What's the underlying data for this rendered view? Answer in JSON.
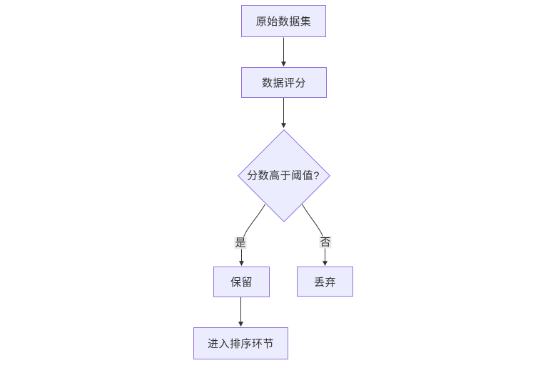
{
  "diagram": {
    "type": "flowchart",
    "direction": "top-down",
    "nodes": [
      {
        "id": "raw",
        "label": "原始数据集",
        "shape": "rect"
      },
      {
        "id": "score",
        "label": "数据评分",
        "shape": "rect"
      },
      {
        "id": "threshold",
        "label": "分数高于阈值?",
        "shape": "diamond"
      },
      {
        "id": "keep",
        "label": "保留",
        "shape": "rect"
      },
      {
        "id": "discard",
        "label": "丢弃",
        "shape": "rect"
      },
      {
        "id": "sort",
        "label": "进入排序环节",
        "shape": "rect"
      }
    ],
    "edges": [
      {
        "from": "raw",
        "to": "score",
        "label": ""
      },
      {
        "from": "score",
        "to": "threshold",
        "label": ""
      },
      {
        "from": "threshold",
        "to": "keep",
        "label": "是"
      },
      {
        "from": "threshold",
        "to": "discard",
        "label": "否"
      },
      {
        "from": "keep",
        "to": "sort",
        "label": ""
      }
    ],
    "colors": {
      "node_fill": "#ECECFF",
      "node_border": "#9370DB",
      "edge_stroke": "#333333",
      "arrowhead": "#333333",
      "text": "#333333",
      "edge_label_bg": "#e8e8e8",
      "background": "#ffffff"
    }
  }
}
